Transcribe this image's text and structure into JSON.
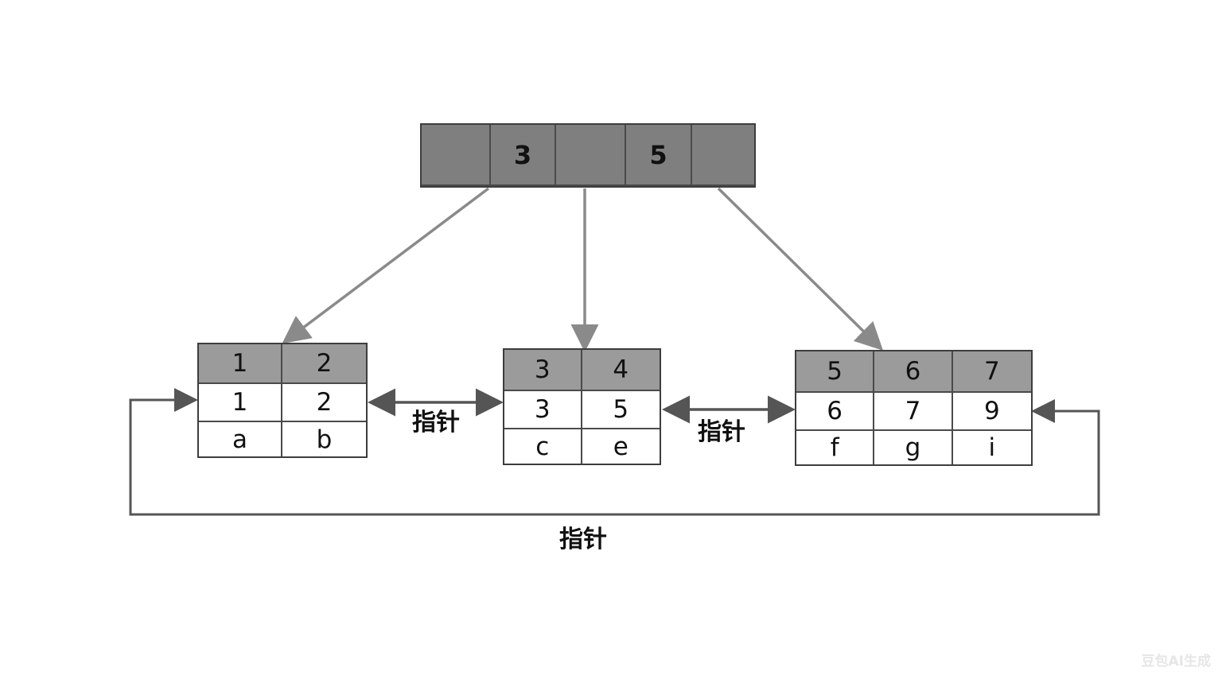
{
  "root_node": {
    "cells": [
      "",
      "3",
      "",
      "5",
      ""
    ]
  },
  "leaf_nodes": [
    {
      "header": [
        "1",
        "2"
      ],
      "keys": [
        "1",
        "2"
      ],
      "data": [
        "a",
        "b"
      ]
    },
    {
      "header": [
        "3",
        "4"
      ],
      "keys": [
        "3",
        "5"
      ],
      "data": [
        "c",
        "e"
      ]
    },
    {
      "header": [
        "5",
        "6",
        "7"
      ],
      "keys": [
        "6",
        "7",
        "9"
      ],
      "data": [
        "f",
        "g",
        "i"
      ]
    }
  ],
  "pointer_labels": [
    "指针",
    "指针",
    "指针"
  ],
  "watermark": "豆包AI生成",
  "colors": {
    "root_fill": "#7f7f7f",
    "header_fill": "#9b9b9b",
    "arrow": "#8a8a8a",
    "pointer_arrow": "#555555"
  }
}
